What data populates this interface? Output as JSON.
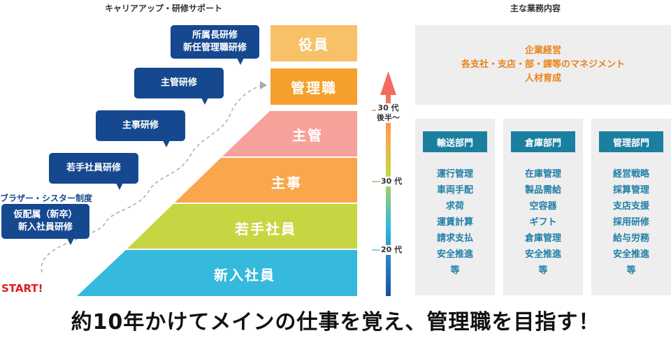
{
  "left_title": "キャリアアップ・研修サポート",
  "right_title": "主な業務内容",
  "bubbles": [
    {
      "text": "所属長研修\n新任管理職研修"
    },
    {
      "text": "主管研修"
    },
    {
      "text": "主事研修"
    },
    {
      "text": "若手社員研修"
    },
    {
      "text": "仮配属（新卒）\n新入社員研修"
    }
  ],
  "brother_sister": "ブラザー・シスター制度",
  "start": "START!",
  "levels": {
    "yakuin": "役員",
    "kanrishoku": "管理職",
    "shukan": "主管",
    "shuji": "主事",
    "wakate": "若手社員",
    "shinnyu": "新入社員"
  },
  "ages": {
    "a30_late": "30 代\n後半〜",
    "a30": "30 代",
    "a20": "20 代"
  },
  "executive_duties": [
    "企業経営",
    "各支社・支店・部・課等のマネジメント",
    "人材育成"
  ],
  "departments": [
    {
      "name": "輸送部門",
      "items": [
        "運行管理",
        "車両手配",
        "求荷",
        "運賃計算",
        "請求支払",
        "安全推進",
        "等"
      ]
    },
    {
      "name": "倉庫部門",
      "items": [
        "在庫管理",
        "製品需給",
        "空容器",
        "ギフト",
        "倉庫管理",
        "安全推進",
        "等"
      ]
    },
    {
      "name": "管理部門",
      "items": [
        "経営戦略",
        "採算管理",
        "支店支援",
        "採用研修",
        "給与労務",
        "安全推進",
        "等"
      ]
    }
  ],
  "headline": "約10年かけてメインの仕事を覚え、管理職を目指す！",
  "colors": {
    "navy": "#16488f",
    "yakuin": "#f8c168",
    "kanrishoku": "#f5a02c",
    "shukan": "#f6a199",
    "shuji": "#f9a64c",
    "wakate": "#c7d542",
    "shinnyu": "#35b9dd",
    "dept": "#1b7f9f",
    "exec_text": "#e9831a",
    "start": "#e0191d"
  }
}
